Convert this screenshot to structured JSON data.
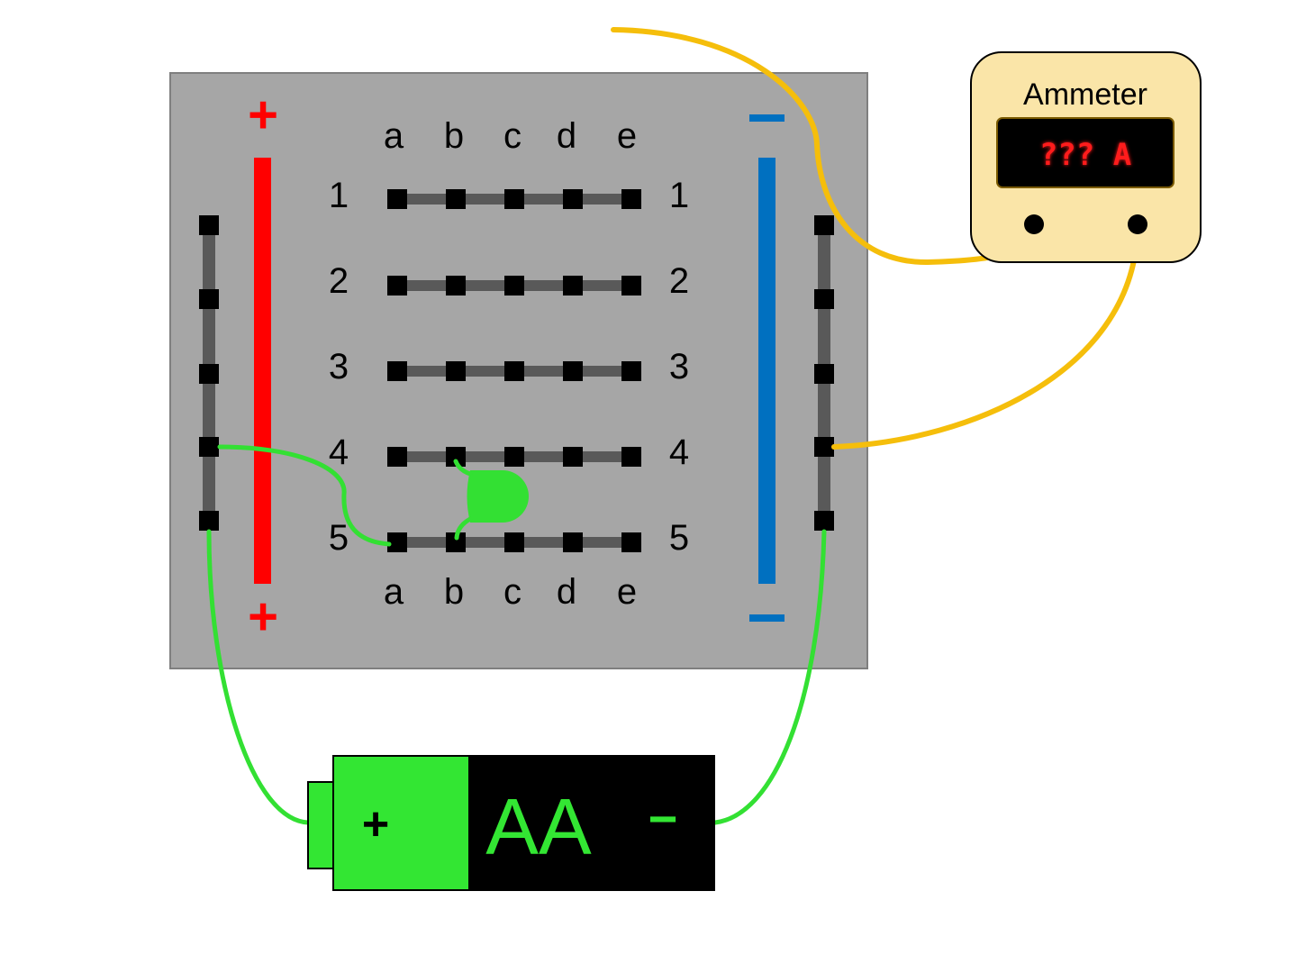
{
  "breadboard": {
    "columns": [
      "a",
      "b",
      "c",
      "d",
      "e"
    ],
    "rows": [
      "1",
      "2",
      "3",
      "4",
      "5"
    ],
    "positive_symbol": "+",
    "negative_symbol": "−"
  },
  "ammeter": {
    "title": "Ammeter",
    "reading": "??? A"
  },
  "battery": {
    "label": "AA",
    "positive_symbol": "+",
    "negative_symbol": "−"
  },
  "colors": {
    "board": "#a6a6a6",
    "positive_rail": "#ff0000",
    "negative_rail": "#0070c0",
    "jumper_wire": "#33e033",
    "ammeter_wire": "#f5be0b",
    "ammeter_body": "#fae5a8",
    "display": "#000000",
    "display_text": "#ff1a1a",
    "battery_green": "#33e633",
    "battery_black": "#000000",
    "strip": "#595959",
    "hole": "#000000",
    "led": "#33e033"
  }
}
